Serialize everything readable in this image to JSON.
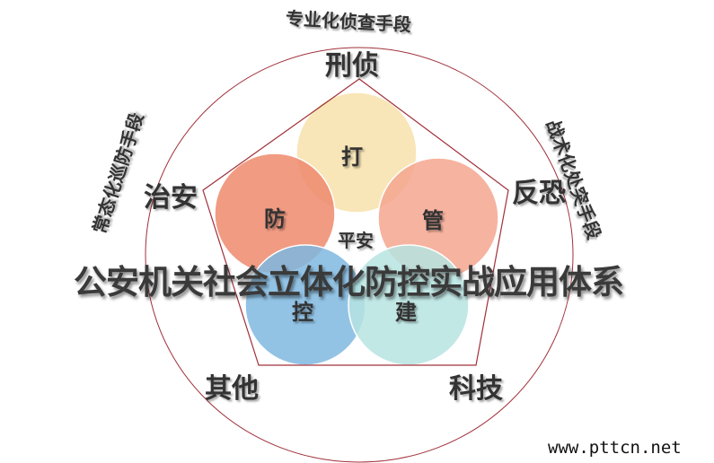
{
  "title": "公安机关社会立体化防控实战应用体系",
  "center": "平安",
  "circles": [
    {
      "label": "打",
      "color": "#f7e3b0"
    },
    {
      "label": "防",
      "color": "#ef8a6d"
    },
    {
      "label": "管",
      "color": "#f4a68f"
    },
    {
      "label": "控",
      "color": "#7fb8e0"
    },
    {
      "label": "建",
      "color": "#b7e4e2"
    }
  ],
  "corners": {
    "top": "刑侦",
    "left": "治安",
    "right": "反恐",
    "bottom_left": "其他",
    "bottom_right": "科技"
  },
  "arc_labels": {
    "top": "专业化侦查手段",
    "left": "常态化巡防手段",
    "right": "战术化处突手段"
  },
  "watermark": "www.pttcn.net",
  "colors": {
    "outline": "#a0303a",
    "text": "#333333"
  }
}
